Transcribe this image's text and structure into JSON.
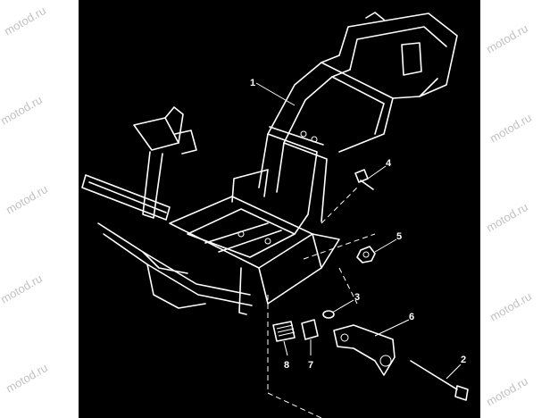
{
  "watermark": "motod.ru",
  "callouts": [
    "1",
    "2",
    "3",
    "4",
    "5",
    "6",
    "7",
    "8"
  ]
}
